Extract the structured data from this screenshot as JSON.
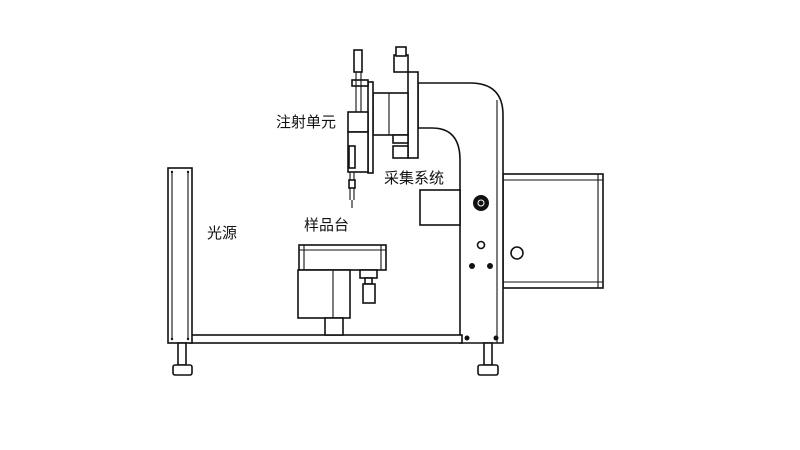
{
  "diagram": {
    "labels": {
      "injection_unit": "注射单元",
      "acquisition_system": "采集系统",
      "sample_stage": "样品台",
      "light_source": "光源"
    },
    "colors": {
      "line": "#111111",
      "background": "#ffffff"
    }
  }
}
